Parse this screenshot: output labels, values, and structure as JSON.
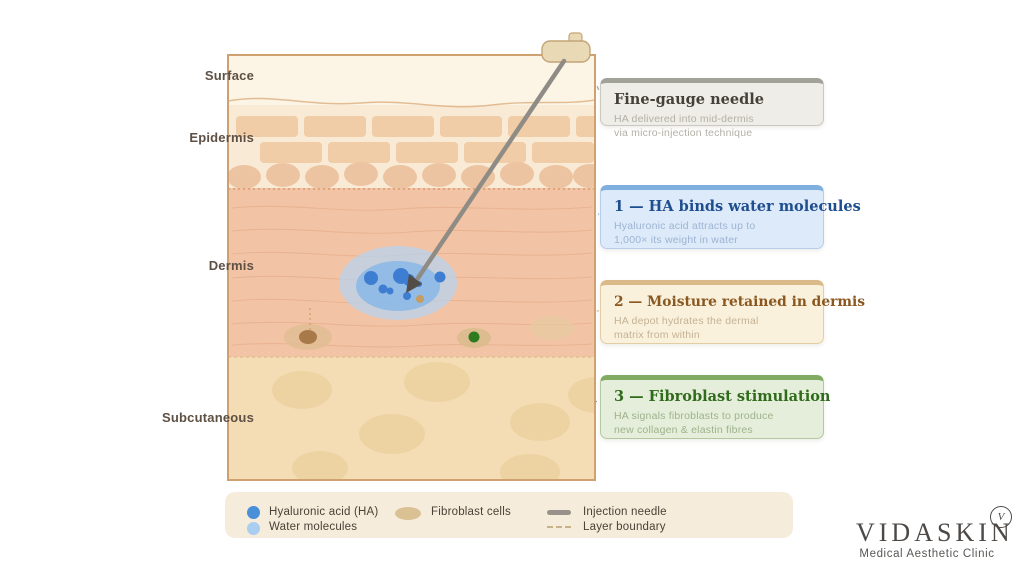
{
  "layer_labels": {
    "surface": "Surface",
    "epidermis": "Epidermis",
    "dermis": "Dermis",
    "subcutaneous": "Subcutaneous"
  },
  "callouts": [
    {
      "title": "Fine-gauge needle",
      "line1": "HA delivered into mid-dermis",
      "line2": "via micro-injection technique",
      "accent": "#a3a29a",
      "bg": "#eeede7",
      "title_color": "#44403a"
    },
    {
      "title": "1 — HA binds water molecules",
      "line1": "Hyaluronic acid attracts up to",
      "line2": "1,000× its weight in water",
      "accent": "#7fafdf",
      "bg": "#ddeafa",
      "title_color": "#1f4e8f"
    },
    {
      "title": "2 — Moisture retained in dermis",
      "line1": "HA depot hydrates the dermal",
      "line2": "matrix from within",
      "accent": "#d9ba88",
      "bg": "#faf1dd",
      "title_color": "#8a571f"
    },
    {
      "title": "3 — Fibroblast stimulation",
      "line1": "HA signals fibroblasts to produce",
      "line2": "new collagen & elastin fibres",
      "accent": "#81ab60",
      "bg": "#e5eeda",
      "title_color": "#2f6b1b"
    }
  ],
  "legend": {
    "items": [
      {
        "label": "Hyaluronic acid (HA)",
        "swatch": "#4a90d9"
      },
      {
        "label": "Water molecules",
        "swatch": "#aacdf2"
      },
      {
        "label": "Fibroblast cells",
        "swatch": "#d9c194"
      },
      {
        "label": "Injection needle",
        "swatch": "#98928a"
      },
      {
        "label": "Layer boundary",
        "swatch": "#c8b28a"
      }
    ]
  },
  "brand": {
    "name": "VIDASKIN",
    "mark": "V",
    "tagline": "Medical Aesthetic Clinic"
  },
  "colors": {
    "surface_layer": "#fcf4e5",
    "epidermis_layer": "#f9ead6",
    "dermis_layer": "#f2c4a5",
    "subcutaneous_layer": "#f4dcb4",
    "skin_border": "#cfa171",
    "needle_gray": "#8f8b85",
    "ha_blue": "#3e7ed2",
    "water_blue_inner": "#8cb8e5",
    "water_blue_outer": "#b7d3ee",
    "fibroblast_green": "#2f7a1e"
  }
}
